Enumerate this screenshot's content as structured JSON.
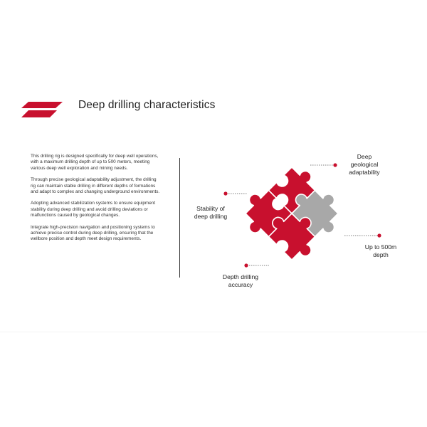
{
  "title": "Deep drilling characteristics",
  "paragraphs": [
    "This drilling rig is designed specifically for deep well operations, with a maximum drilling depth of up to 500 meters, meeting various deep well exploration and mining needs.",
    "Through precise geological adaptability adjustment, the drilling rig can maintain stable drilling in different depths of formations and adapt to complex and changing underground environments.",
    "Adopting advanced stabilization systems to ensure equipment stability during deep drilling and avoid drilling deviations or malfunctions caused by geological changes.",
    "Integrate high-precision navigation and positioning systems to achieve precise control during deep drilling, ensuring that the wellbore position and depth meet design requirements."
  ],
  "labels": {
    "top_right_line1": "Deep",
    "top_right_line2": "geological",
    "top_right_line3": "adaptability",
    "left_line1": "Stability of",
    "left_line2": "deep drilling",
    "right_line1": "Up to 500m",
    "right_line2": "depth",
    "bottom_line1": "Depth drilling",
    "bottom_line2": "accuracy"
  },
  "colors": {
    "accent_red": "#c8102e",
    "puzzle_gray": "#a8a8a8",
    "text": "#222222"
  }
}
